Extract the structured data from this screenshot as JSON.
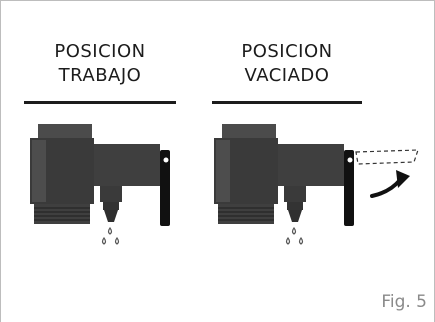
{
  "headings": {
    "left": {
      "line1": "POSICION",
      "line2": "TRABAJO"
    },
    "right": {
      "line1": "POSICION",
      "line2": "VACIADO"
    }
  },
  "figure_label": "Fig. 5",
  "colors": {
    "body": "#3a3a3a",
    "body_light": "#4b4b4b",
    "body_dark": "#2a2a2a",
    "lever": "#111111",
    "frame_line": "#bdbdbd",
    "text": "#1c1c1c",
    "figure_label": "#8a8a8a"
  },
  "icons": [
    "water-drops-icon",
    "curved-arrow-icon",
    "dashed-lever-outline-icon"
  ]
}
